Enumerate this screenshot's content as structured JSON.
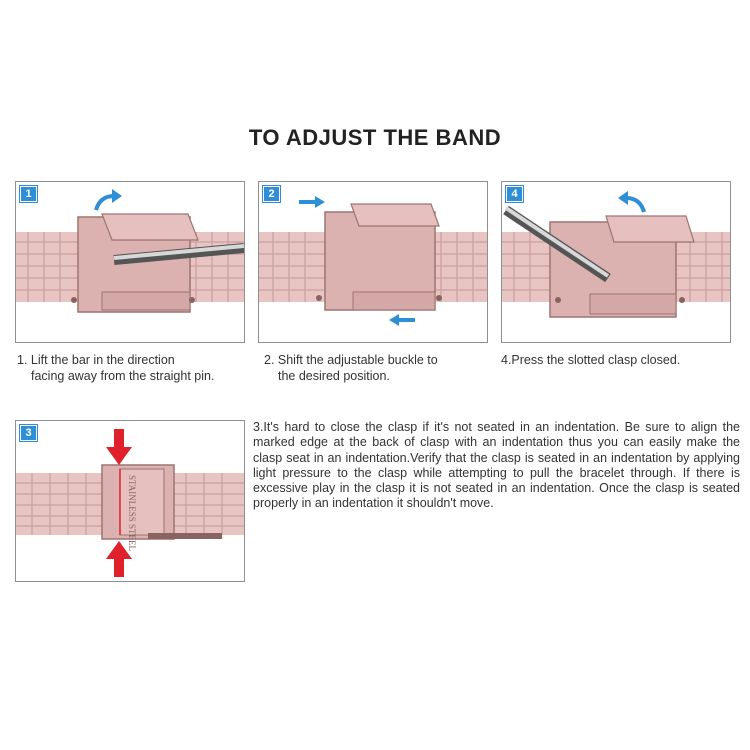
{
  "title": "TO ADJUST THE BAND",
  "colors": {
    "band_pink": "#e8c5c3",
    "band_shadow": "#c9a09e",
    "step_badge": "#2f8fd6",
    "arrow_blue": "#2f8fd6",
    "arrow_red": "#e0202a",
    "panel_border": "#8f8f8f"
  },
  "steps": [
    {
      "number": "1",
      "caption_line1": "1. Lift the bar in the direction",
      "caption_line2": "facing away from the straight pin.",
      "icons": [
        "screwdriver-icon",
        "curved-arrow-icon"
      ]
    },
    {
      "number": "2",
      "caption_line1": "2. Shift the adjustable buckle to",
      "caption_line2": "the desired position.",
      "icons": [
        "arrow-right-icon",
        "arrow-left-icon"
      ]
    },
    {
      "number": "4",
      "caption_line1": "4.Press the slotted clasp closed.",
      "caption_line2": "",
      "icons": [
        "screwdriver-icon",
        "curved-arrow-icon"
      ]
    },
    {
      "number": "3",
      "stamp_text": "STAINLESS STEEL",
      "icons": [
        "arrow-down-icon",
        "arrow-up-icon"
      ]
    }
  ],
  "step3_text": "3.It's hard to close the clasp if it's not seated in an indentation. Be sure to align the marked edge at the back of clasp with an indentation thus you can easily make the clasp seat in an indentation.Verify that the clasp is seated in an indentation by applying light pressure to the clasp while attempting to pull the bracelet through. If there is excessive play in the clasp it is not seated in an indentation. Once the clasp is seated properly in an indentation it shouldn't move."
}
